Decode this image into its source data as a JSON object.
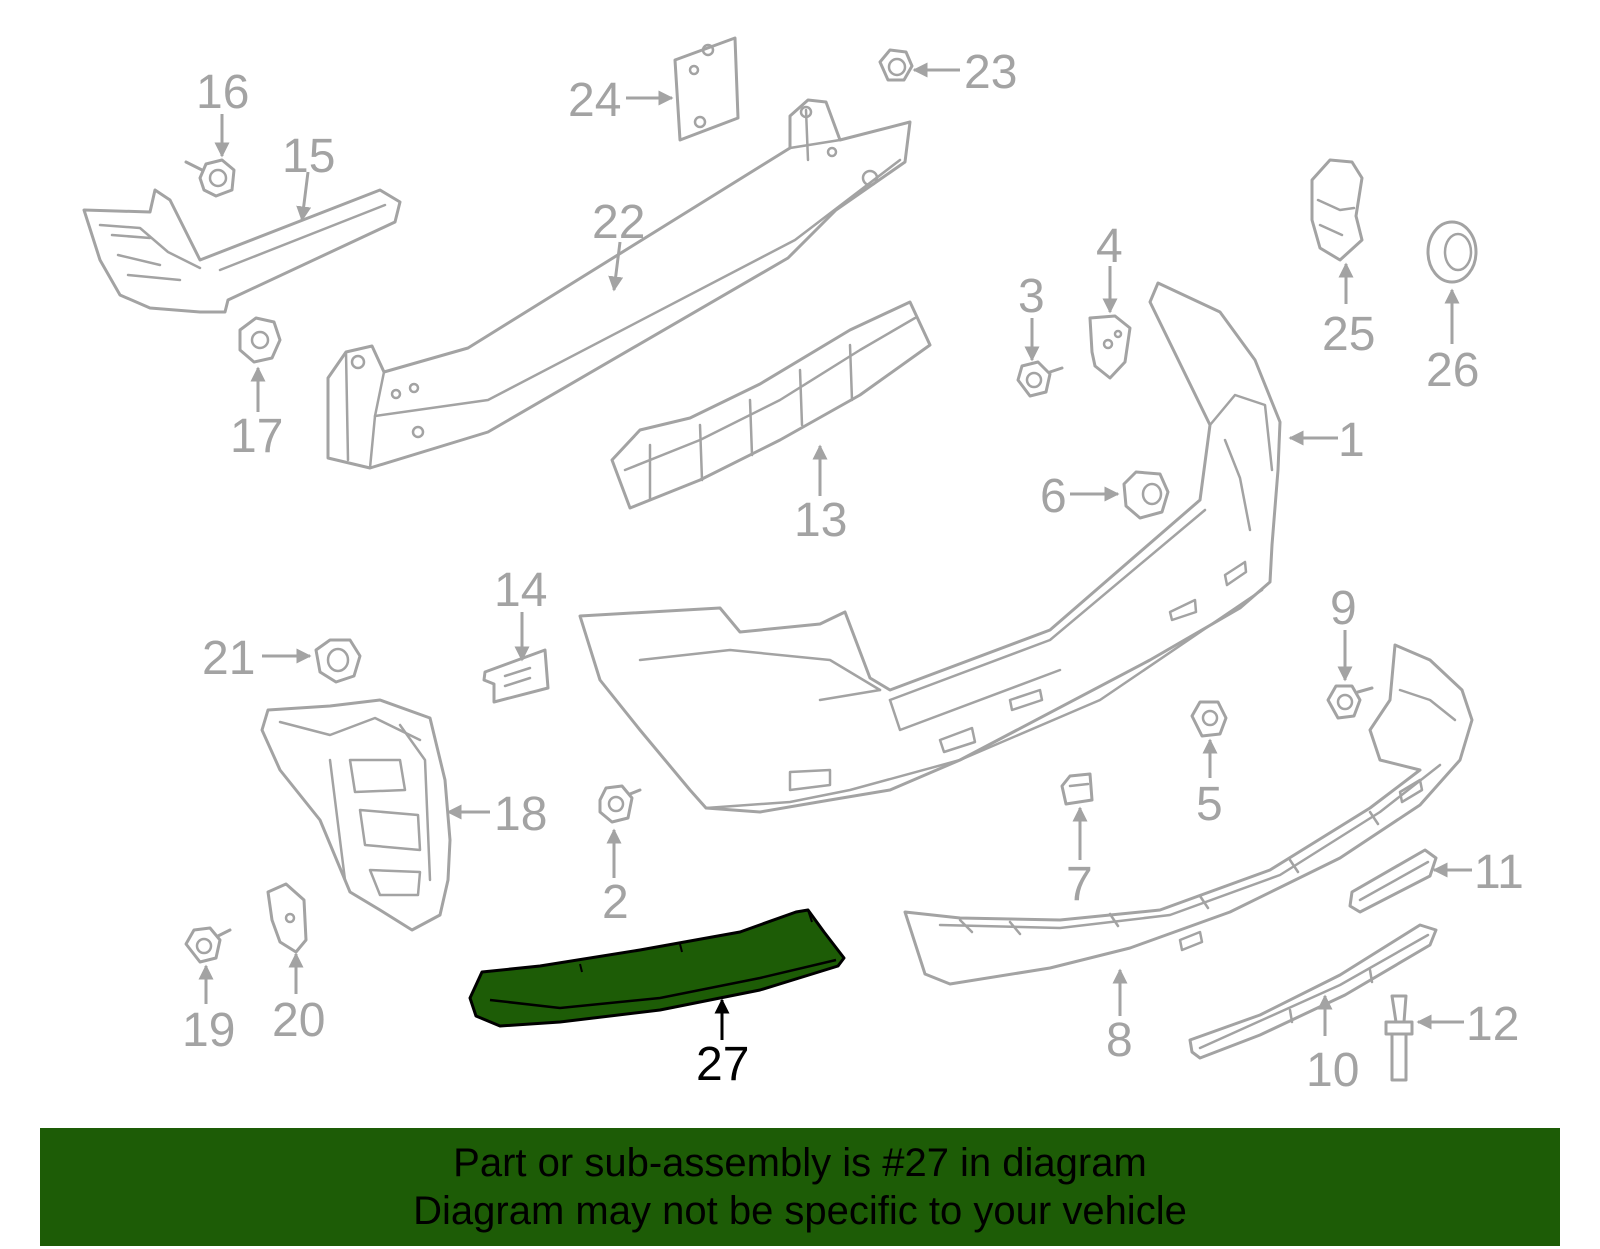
{
  "diagram": {
    "highlight_part": "27",
    "highlight_color": "#1d5c06",
    "line_color": "#a3a3a3",
    "callouts": [
      {
        "id": "c1",
        "label": "1"
      },
      {
        "id": "c2",
        "label": "2"
      },
      {
        "id": "c3",
        "label": "3"
      },
      {
        "id": "c4",
        "label": "4"
      },
      {
        "id": "c5",
        "label": "5"
      },
      {
        "id": "c6",
        "label": "6"
      },
      {
        "id": "c7",
        "label": "7"
      },
      {
        "id": "c8",
        "label": "8"
      },
      {
        "id": "c9",
        "label": "9"
      },
      {
        "id": "c10",
        "label": "10"
      },
      {
        "id": "c11",
        "label": "11"
      },
      {
        "id": "c12",
        "label": "12"
      },
      {
        "id": "c13",
        "label": "13"
      },
      {
        "id": "c14",
        "label": "14"
      },
      {
        "id": "c15",
        "label": "15"
      },
      {
        "id": "c16",
        "label": "16"
      },
      {
        "id": "c17",
        "label": "17"
      },
      {
        "id": "c18",
        "label": "18"
      },
      {
        "id": "c19",
        "label": "19"
      },
      {
        "id": "c20",
        "label": "20"
      },
      {
        "id": "c21",
        "label": "21"
      },
      {
        "id": "c22",
        "label": "22"
      },
      {
        "id": "c23",
        "label": "23"
      },
      {
        "id": "c24",
        "label": "24"
      },
      {
        "id": "c25",
        "label": "25"
      },
      {
        "id": "c26",
        "label": "26"
      },
      {
        "id": "c27",
        "label": "27"
      }
    ]
  },
  "banner": {
    "line1": "Part or sub-assembly is #27 in diagram",
    "line2": "Diagram may not be specific to your vehicle",
    "background": "#1d5c06"
  }
}
